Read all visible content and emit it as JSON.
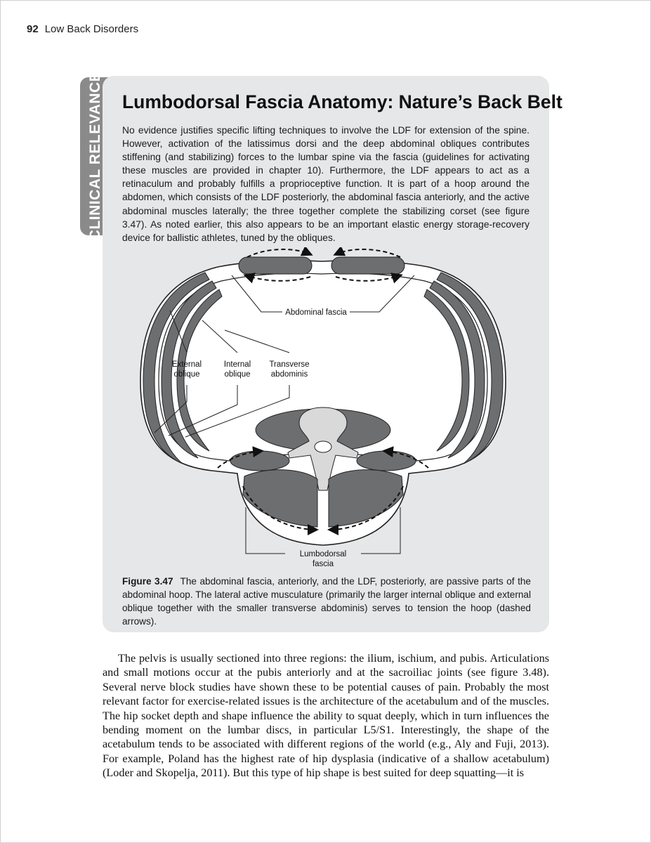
{
  "header": {
    "page_number": "92",
    "running_title": "Low Back Disorders"
  },
  "sidebar": {
    "tab_label": "CLINICAL RELEVANCE",
    "title": "Lumbodorsal Fascia Anatomy: Nature’s Back Belt",
    "paragraph": "No evidence justifies specific lifting techniques to involve the LDF for extension of the spine. However, activation of the latissimus dorsi and the deep abdominal obliques contributes stiffening (and stabilizing) forces to the lumbar spine via the fascia (guidelines for activating these muscles are provided in chapter 10). Furthermore, the LDF appears to act as a retinaculum and probably fulfills a proprioceptive function. It is part of a hoop around the abdomen, which consists of the LDF posteriorly, the abdominal fascia anteriorly, and the active abdominal muscles laterally; the three together complete the stabilizing corset (see figure 3.47). As noted earlier, this also appears to be an important elastic energy storage-recovery device for ballistic athletes, tuned by the obliques."
  },
  "figure": {
    "labels": {
      "abdominal_fascia": "Abdominal fascia",
      "external_oblique_1": "External",
      "external_oblique_2": "oblique",
      "internal_oblique_1": "Internal",
      "internal_oblique_2": "oblique",
      "transverse_1": "Transverse",
      "transverse_2": "abdominis",
      "lumbodorsal_1": "Lumbodorsal",
      "lumbodorsal_2": "fascia"
    },
    "caption_number": "Figure 3.47",
    "caption_text": "The abdominal fascia, anteriorly, and the LDF, posteriorly, are passive parts of the abdominal hoop. The lateral active musculature (primarily the larger internal oblique and external oblique together with the smaller transverse abdominis) serves to tension the hoop (dashed arrows)."
  },
  "body": {
    "paragraph": "The pelvis is usually sectioned into three regions: the ilium, ischium, and pubis. Articulations and small motions occur at the pubis anteriorly and at the sacroiliac joints (see figure 3.48). Several nerve block studies have shown these to be potential causes of pain. Probably the most relevant factor for exercise-related issues is the architecture of the acetabulum and of the muscles. The hip socket depth and shape influence the ability to squat deeply, which in turn influences the bending moment on the lumbar discs, in particular L5/S1. Interestingly, the shape of the acetabulum tends to be associated with different regions of the world (e.g., Aly and Fuji, 2013). For example, Poland has the highest rate of hip dysplasia (indicative of a shallow acetabulum) (Loder and Skopelja, 2011). But this type of hip shape is best suited for deep squatting—it is"
  },
  "colors": {
    "sidebar_background": "#e6e7e8",
    "tab_background": "#8a8a8a",
    "muscle_fill": "#6d6e70",
    "bone_fill": "#d9d9d9"
  }
}
